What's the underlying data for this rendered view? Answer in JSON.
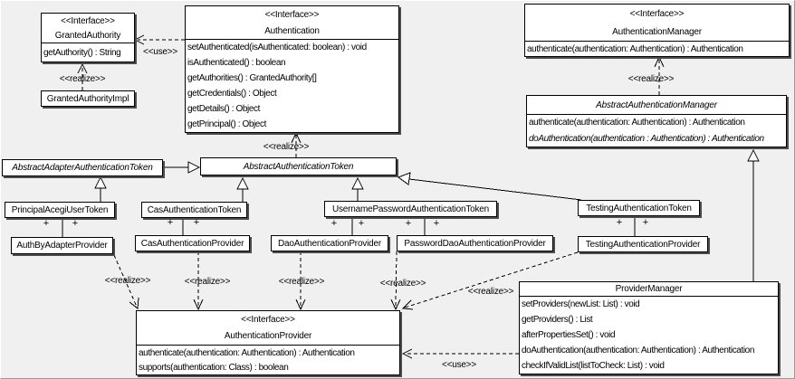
{
  "diagram": {
    "background_color": "#f0f0f0",
    "box_fill_color": "#ffffff",
    "line_color": "#000000",
    "shadow_color": "#4c4c4c"
  },
  "labels": {
    "use": "<<use>>",
    "realize": "<<realize>>",
    "plus": "+",
    "interface_stereotype": "<<Interface>>"
  },
  "classes": [
    {
      "id": "granted-authority",
      "stereotype": "<<Interface>>",
      "name": "GrantedAuthority",
      "italic": false,
      "methods": [
        {
          "text": "getAuthority() : String",
          "italic": false
        }
      ]
    },
    {
      "id": "granted-authority-impl",
      "name": "GrantedAuthorityImpl",
      "italic": false,
      "methods": []
    },
    {
      "id": "authentication",
      "stereotype": "<<Interface>>",
      "name": "Authentication",
      "italic": false,
      "methods": [
        {
          "text": "setAuthenticated(isAuthenticated: boolean) : void",
          "italic": false
        },
        {
          "text": "isAuthenticated() : boolean",
          "italic": false
        },
        {
          "text": "getAuthorities() : GrantedAuthority[]",
          "italic": false
        },
        {
          "text": "getCredentials() : Object",
          "italic": false
        },
        {
          "text": "getDetails() : Object",
          "italic": false
        },
        {
          "text": "getPrincipal() : Object",
          "italic": false
        }
      ]
    },
    {
      "id": "authentication-manager",
      "stereotype": "<<Interface>>",
      "name": "AuthenticationManager",
      "italic": false,
      "methods": [
        {
          "text": "authenticate(authentication: Authentication) : Authentication",
          "italic": false
        }
      ]
    },
    {
      "id": "abstract-authentication-manager",
      "name": "AbstractAuthenticationManager",
      "italic": true,
      "methods": [
        {
          "text": "authenticate(authentication: Authentication) : Authentication",
          "italic": false
        },
        {
          "text": "doAuthentication(authentication : Authentication) : Authentication",
          "italic": true
        }
      ]
    },
    {
      "id": "abstract-adapter-authentication-token",
      "name": "AbstractAdapterAuthenticationToken",
      "italic": true,
      "methods": []
    },
    {
      "id": "abstract-authentication-token",
      "name": "AbstractAuthenticationToken",
      "italic": true,
      "methods": []
    },
    {
      "id": "principal-acegi-user-token",
      "name": "PrincipalAcegiUserToken",
      "italic": false,
      "methods": []
    },
    {
      "id": "auth-by-adapter-provider",
      "name": "AuthByAdapterProvider",
      "italic": false,
      "methods": []
    },
    {
      "id": "cas-authentication-token",
      "name": "CasAuthenticationToken",
      "italic": false,
      "methods": []
    },
    {
      "id": "cas-authentication-provider",
      "name": "CasAuthenticationProvider",
      "italic": false,
      "methods": []
    },
    {
      "id": "username-password-authentication-token",
      "name": "UsernamePasswordAuthenticationToken",
      "italic": false,
      "methods": []
    },
    {
      "id": "dao-authentication-provider",
      "name": "DaoAuthenticationProvider",
      "italic": false,
      "methods": []
    },
    {
      "id": "password-dao-authentication-provider",
      "name": "PasswordDaoAuthenticationProvider",
      "italic": false,
      "methods": []
    },
    {
      "id": "testing-authentication-token",
      "name": "TestingAuthenticationToken",
      "italic": false,
      "methods": []
    },
    {
      "id": "testing-authentication-provider",
      "name": "TestingAuthenticationProvider",
      "italic": false,
      "methods": []
    },
    {
      "id": "provider-manager",
      "name": "ProviderManager",
      "italic": false,
      "methods": [
        {
          "text": "setProviders(newList: List) : void",
          "italic": false
        },
        {
          "text": "getProviders() : List",
          "italic": false
        },
        {
          "text": "afterPropertiesSet() : void",
          "italic": false
        },
        {
          "text": "doAuthentication(authentication: Authentication) : Authentication",
          "italic": false
        },
        {
          "text": "checkIfValidList(listToCheck: List) : void",
          "italic": false
        }
      ]
    },
    {
      "id": "authentication-provider",
      "stereotype": "<<Interface>>",
      "name": "AuthenticationProvider",
      "italic": false,
      "methods": [
        {
          "text": "authenticate(authentication: Authentication) : Authentication",
          "italic": false
        },
        {
          "text": "supports(authentication: Class) : boolean",
          "italic": false
        }
      ]
    }
  ]
}
